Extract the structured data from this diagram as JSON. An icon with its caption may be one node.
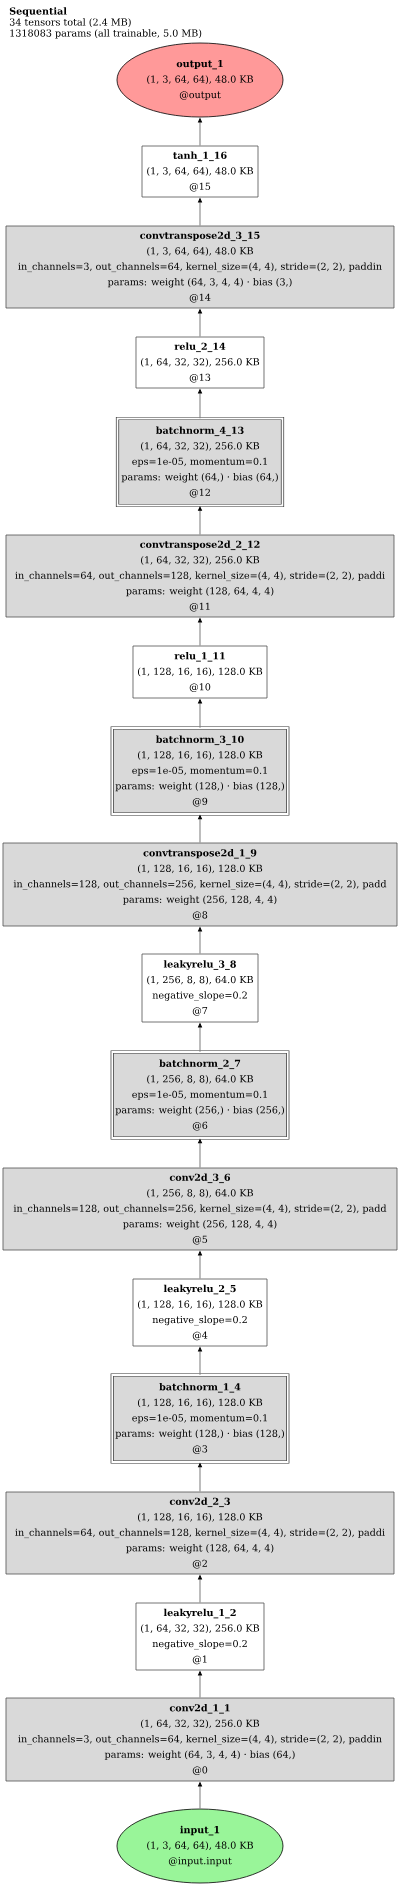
{
  "diagram": {
    "title": "Sequential",
    "labels": [
      "34 tensors total (2.4 MB)",
      "1318083 params (all trainable, 5.0 MB)"
    ],
    "nodes": [
      {
        "text": [
          "output_1",
          "(1, 3, 64, 64), 48.0 KB",
          "@output"
        ]
      },
      {
        "text": [
          "tanh_1_16",
          "(1, 3, 64, 64), 48.0 KB",
          "@15"
        ]
      },
      {
        "text": [
          "convtranspose2d_3_15",
          "(1, 3, 64, 64), 48.0 KB",
          "in_channels=3, out_channels=64, kernel_size=(4, 4), stride=(2, 2), paddin",
          "params: weight (64, 3, 4, 4) · bias (3,)",
          "@14"
        ]
      },
      {
        "text": [
          "relu_2_14",
          "(1, 64, 32, 32), 256.0 KB",
          "@13"
        ]
      },
      {
        "text": [
          "batchnorm_4_13",
          "(1, 64, 32, 32), 256.0 KB",
          "eps=1e-05, momentum=0.1",
          "params: weight (64,) · bias (64,)",
          "@12"
        ]
      },
      {
        "text": [
          "convtranspose2d_2_12",
          "(1, 64, 32, 32), 256.0 KB",
          "in_channels=64, out_channels=128, kernel_size=(4, 4), stride=(2, 2), paddi",
          "params: weight (128, 64, 4, 4)",
          "@11"
        ]
      },
      {
        "text": [
          "relu_1_11",
          "(1, 128, 16, 16), 128.0 KB",
          "@10"
        ]
      },
      {
        "text": [
          "batchnorm_3_10",
          "(1, 128, 16, 16), 128.0 KB",
          "eps=1e-05, momentum=0.1",
          "params: weight (128,) · bias (128,)",
          "@9"
        ]
      },
      {
        "text": [
          "convtranspose2d_1_9",
          "(1, 128, 16, 16), 128.0 KB",
          "in_channels=128, out_channels=256, kernel_size=(4, 4), stride=(2, 2), padd",
          "params: weight (256, 128, 4, 4)",
          "@8"
        ]
      },
      {
        "text": [
          "leakyrelu_3_8",
          "(1, 256, 8, 8), 64.0 KB",
          "negative_slope=0.2",
          "@7"
        ]
      },
      {
        "text": [
          "batchnorm_2_7",
          "(1, 256, 8, 8), 64.0 KB",
          "eps=1e-05, momentum=0.1",
          "params: weight (256,) · bias (256,)",
          "@6"
        ]
      },
      {
        "text": [
          "conv2d_3_6",
          "(1, 256, 8, 8), 64.0 KB",
          "in_channels=128, out_channels=256, kernel_size=(4, 4), stride=(2, 2), padd",
          "params: weight (256, 128, 4, 4)",
          "@5"
        ]
      },
      {
        "text": [
          "leakyrelu_2_5",
          "(1, 128, 16, 16), 128.0 KB",
          "negative_slope=0.2",
          "@4"
        ]
      },
      {
        "text": [
          "batchnorm_1_4",
          "(1, 128, 16, 16), 128.0 KB",
          "eps=1e-05, momentum=0.1",
          "params: weight (128,) · bias (128,)",
          "@3"
        ]
      },
      {
        "text": [
          "conv2d_2_3",
          "(1, 128, 16, 16), 128.0 KB",
          "in_channels=64, out_channels=128, kernel_size=(4, 4), stride=(2, 2), paddi",
          "params: weight (128, 64, 4, 4)",
          "@2"
        ]
      },
      {
        "text": [
          "leakyrelu_1_2",
          "(1, 64, 32, 32), 256.0 KB",
          "negative_slope=0.2",
          "@1"
        ]
      },
      {
        "text": [
          "conv2d_1_1",
          "(1, 64, 32, 32), 256.0 KB",
          "in_channels=3, out_channels=64, kernel_size=(4, 4), stride=(2, 2), paddin",
          "params: weight (64, 3, 4, 4) · bias (64,)",
          "@0"
        ]
      },
      {
        "text": [
          "input_1",
          "(1, 3, 64, 64), 48.0 KB",
          "@input.input"
        ]
      }
    ],
    "edges": [
      {
        "from": 1,
        "to": 0,
        "arrow": "to"
      },
      {
        "from": 2,
        "to": 1,
        "arrow": "to"
      },
      {
        "from": 3,
        "to": 2,
        "arrow": "to"
      },
      {
        "from": 4,
        "to": 3,
        "arrow": "to"
      },
      {
        "from": 5,
        "to": 4,
        "arrow": "to"
      },
      {
        "from": 6,
        "to": 5,
        "arrow": "to"
      },
      {
        "from": 7,
        "to": 6,
        "arrow": "to"
      },
      {
        "from": 8,
        "to": 7,
        "arrow": "to"
      },
      {
        "from": 9,
        "to": 8,
        "arrow": "to"
      },
      {
        "from": 10,
        "to": 9,
        "arrow": "to"
      },
      {
        "from": 11,
        "to": 10,
        "arrow": "to"
      },
      {
        "from": 12,
        "to": 11,
        "arrow": "to"
      },
      {
        "from": 13,
        "to": 12,
        "arrow": "to"
      },
      {
        "from": 14,
        "to": 13,
        "arrow": "to"
      },
      {
        "from": 15,
        "to": 14,
        "arrow": "to"
      },
      {
        "from": 16,
        "to": 15,
        "arrow": "to"
      },
      {
        "from": 17,
        "to": 16,
        "arrow": "to"
      }
    ]
  }
}
